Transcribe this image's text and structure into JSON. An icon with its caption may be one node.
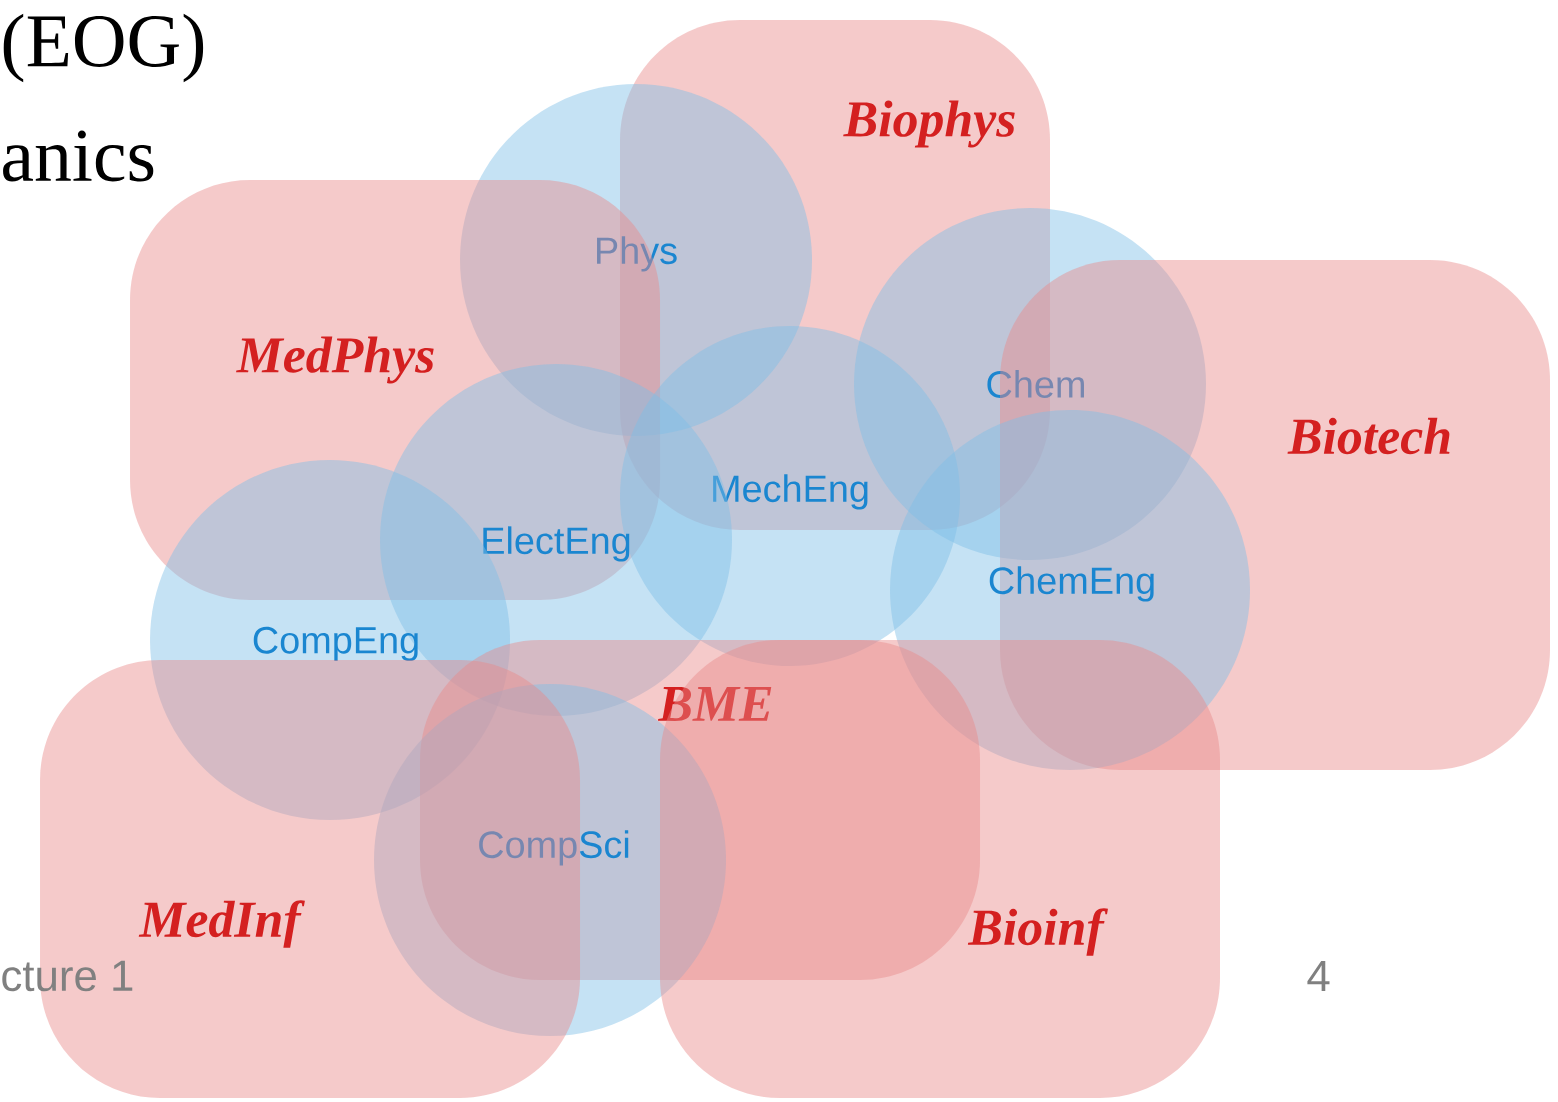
{
  "diagram": {
    "nodes": [
      {
        "text": [
          "Biophys"
        ]
      },
      {
        "text": [
          "Phys"
        ]
      },
      {
        "text": [
          "MedPhys"
        ]
      },
      {
        "text": [
          "Chem"
        ]
      },
      {
        "text": [
          "Biotech"
        ]
      },
      {
        "text": [
          "MechEng"
        ]
      },
      {
        "text": [
          "ElectEng"
        ]
      },
      {
        "text": [
          "ChemEng"
        ]
      },
      {
        "text": [
          "CompEng"
        ]
      },
      {
        "text": [
          "BME"
        ]
      },
      {
        "text": [
          "CompSci"
        ]
      },
      {
        "text": [
          "MedInf"
        ]
      },
      {
        "text": [
          "Bioinf"
        ]
      }
    ],
    "labels": [
      "(EOG)",
      "anics",
      "cture 1",
      "4"
    ]
  }
}
